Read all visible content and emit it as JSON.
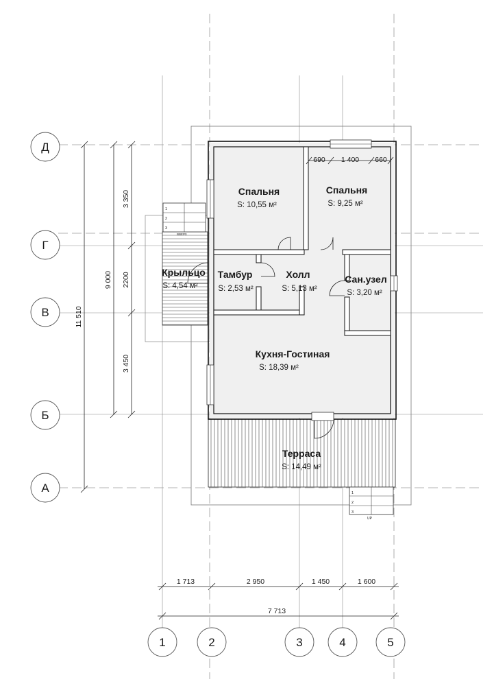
{
  "axes": {
    "vertical": [
      "1",
      "2",
      "3",
      "4",
      "5"
    ],
    "horizontal": [
      "Д",
      "Г",
      "В",
      "Б",
      "А"
    ]
  },
  "dimensions": {
    "bottom_segments": [
      "1 713",
      "2 950",
      "1 450",
      "1 600"
    ],
    "bottom_total": "7 713",
    "left_inner": [
      "3 350",
      "2200",
      "3 450"
    ],
    "left_middle": "9 000",
    "left_outer": "11 510",
    "top_window": [
      "690",
      "1 400",
      "660"
    ]
  },
  "rooms": [
    {
      "name": "Спальня",
      "area": "S: 10,55 м²"
    },
    {
      "name": "Спальня",
      "area": "S: 9,25 м²"
    },
    {
      "name": "Тамбур",
      "area": "S: 2,53 м²"
    },
    {
      "name": "Холл",
      "area": "S: 5,13 м²"
    },
    {
      "name": "Сан.узел",
      "area": "S: 3,20 м²"
    },
    {
      "name": "Крыльцо",
      "area": "S: 4,54 м²"
    },
    {
      "name": "Кухня-Гостиная",
      "area": "S: 18,39 м²"
    },
    {
      "name": "Терраса",
      "area": "S: 14,49 м²"
    }
  ],
  "stairs": {
    "porch_up": "ВВЕРХ",
    "terrace_up": "UP",
    "porch_steps": [
      "1",
      "2",
      "3"
    ],
    "terrace_steps": [
      "1",
      "2",
      "3"
    ]
  }
}
